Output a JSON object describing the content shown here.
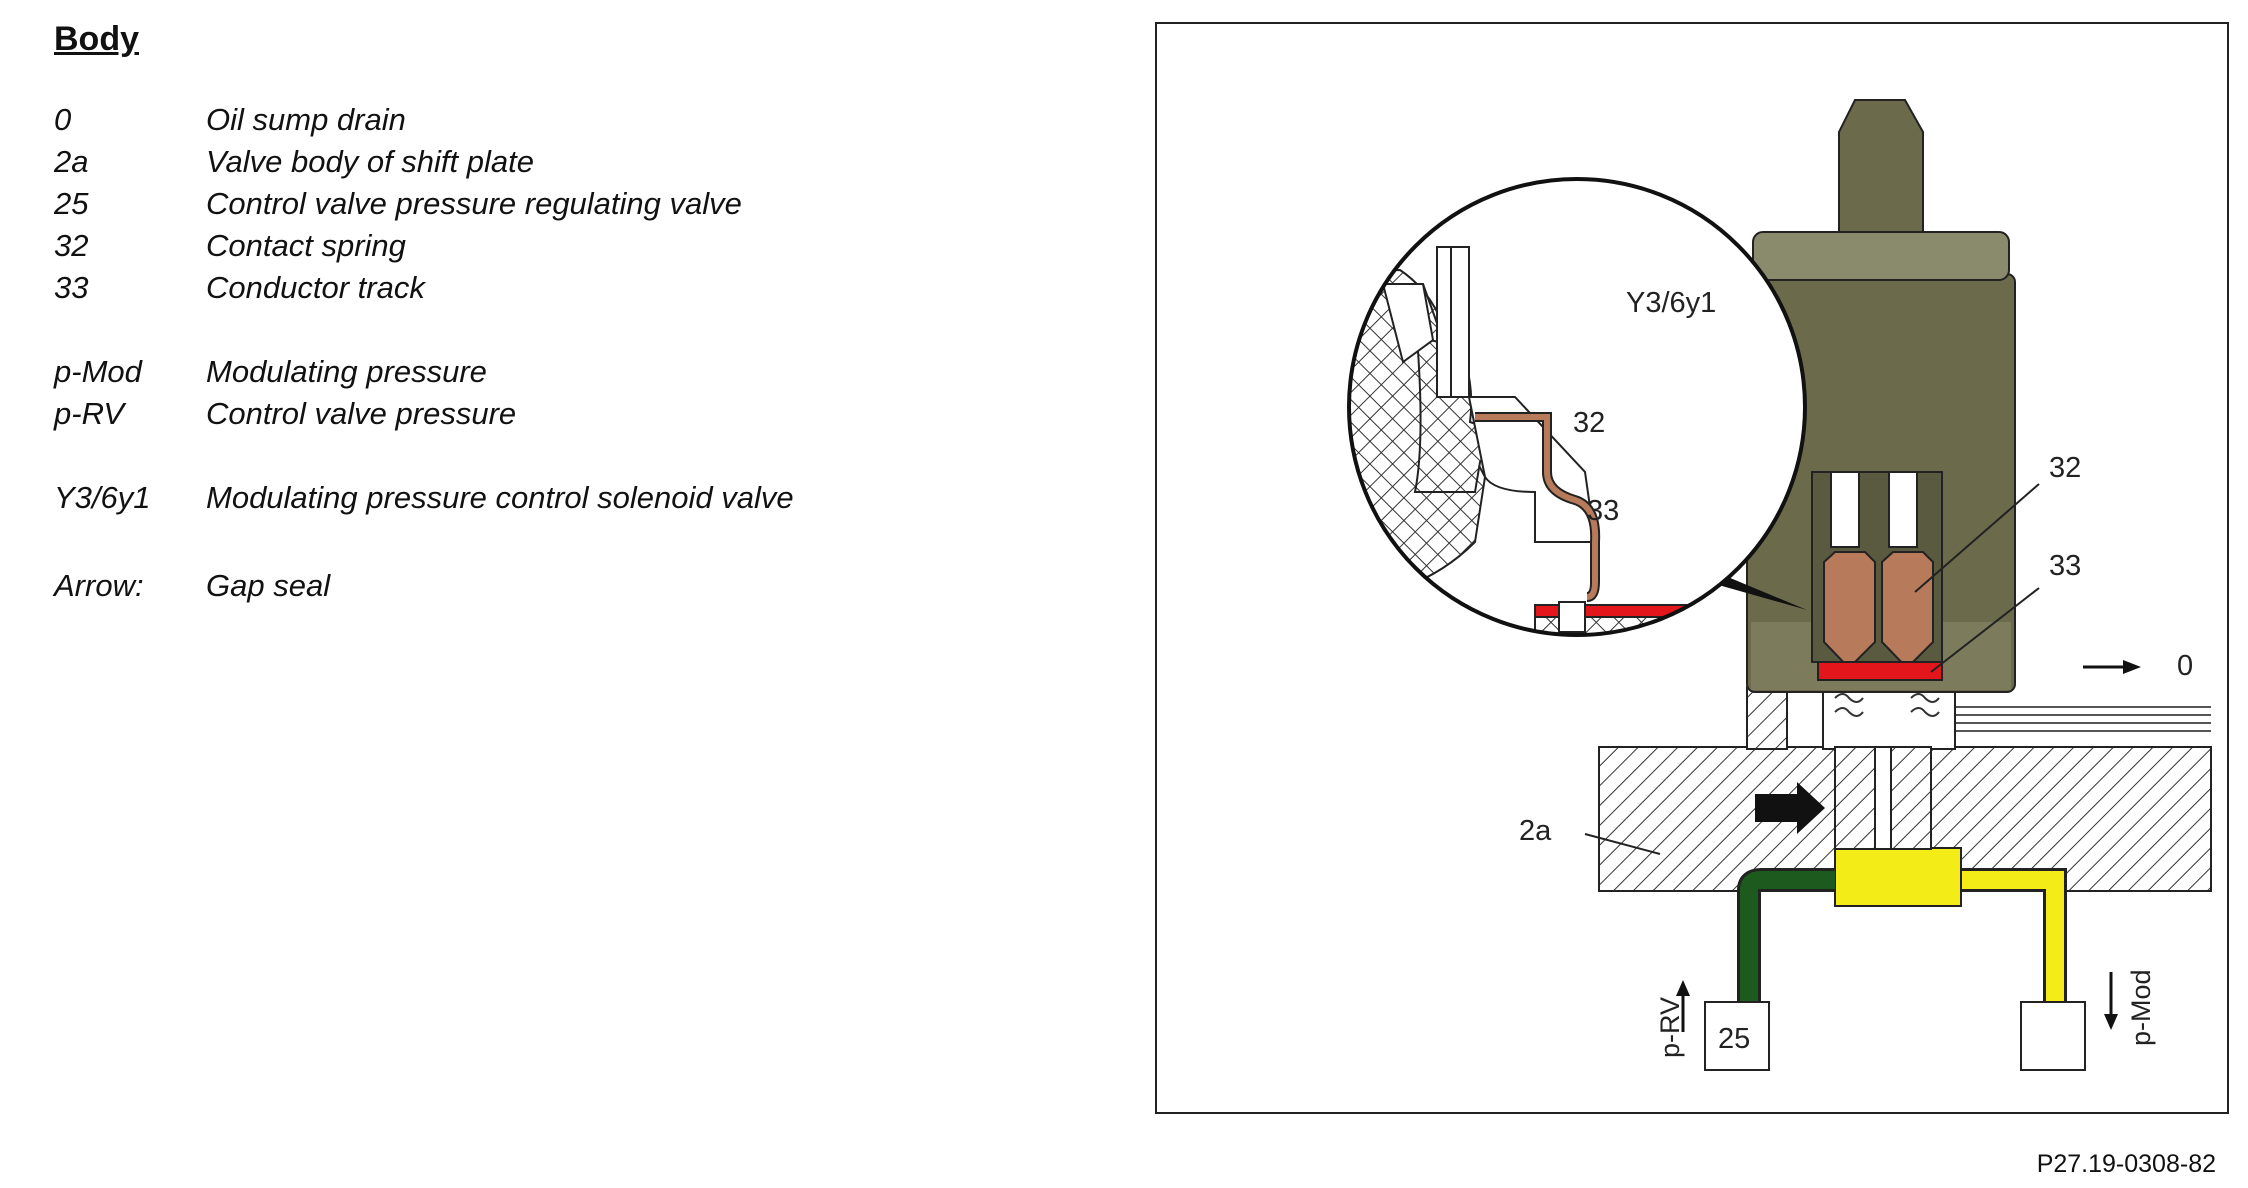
{
  "heading": "Body",
  "legend": [
    {
      "code": "0",
      "desc": "Oil sump drain"
    },
    {
      "code": "2a",
      "desc": "Valve body of shift plate"
    },
    {
      "code": "25",
      "desc": "Control valve pressure regulating valve"
    },
    {
      "code": "32",
      "desc": "Contact spring"
    },
    {
      "code": "33",
      "desc": "Conductor track"
    },
    {
      "code": "p-Mod",
      "desc": "Modulating pressure"
    },
    {
      "code": "p-RV",
      "desc": "Control valve pressure"
    },
    {
      "code": "Y3/6y1",
      "desc": "Modulating pressure control solenoid valve"
    },
    {
      "code": "Arrow:",
      "desc": "Gap seal"
    }
  ],
  "figure": {
    "labels": {
      "solenoid": "Y3/6y1",
      "spring": "32",
      "track": "33",
      "drain": "0",
      "body": "2a",
      "regulator": "25",
      "p_rv": "p-RV",
      "p_mod": "p-Mod"
    },
    "colors": {
      "housing": "#6b6b4c",
      "cap": "#8a8a6c",
      "spring": "#b77a5a",
      "track": "#e3161b",
      "p_mod_line": "#f4ec16",
      "p_rv_line": "#1d5a1d"
    }
  },
  "reference": "P27.19-0308-82"
}
